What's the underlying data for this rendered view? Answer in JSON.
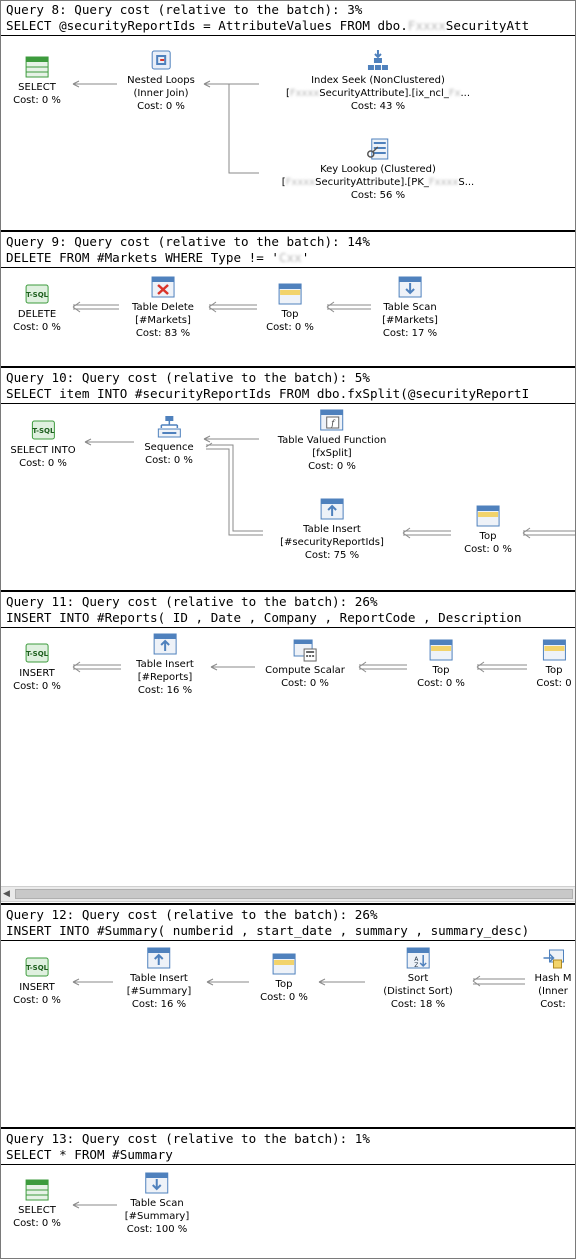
{
  "queries": [
    {
      "id": "q8",
      "header": "Query 8: Query cost (relative to the batch): 3%",
      "sql_pre": "SELECT @securityReportIds = AttributeValues FROM dbo.",
      "sql_blur": "Fxxxx",
      "sql_post": "SecurityAtt",
      "nodes": [
        {
          "name": "SELECT",
          "cost": "Cost: 0 %"
        },
        {
          "name": "Nested Loops",
          "sub": "(Inner Join)",
          "cost": "Cost: 0 %"
        },
        {
          "name": "Index Seek (NonClustered)",
          "sub_pre": "[",
          "sub_blur": "Fxxxx",
          "sub_mid": "SecurityAttribute].[ix_ncl_",
          "sub_blur2": "Fx",
          "sub_post": "...",
          "cost": "Cost: 43 %"
        },
        {
          "name": "Key Lookup (Clustered)",
          "sub_pre": "[",
          "sub_blur": "Fxxxx",
          "sub_mid": "SecurityAttribute].[PK_",
          "sub_blur2": "Fxxxx",
          "sub_post": "S...",
          "cost": "Cost: 56 %"
        }
      ]
    },
    {
      "id": "q9",
      "header": "Query 9: Query cost (relative to the batch): 14%",
      "sql_pre": "DELETE FROM #Markets WHERE Type != '",
      "sql_blur": "Cxx",
      "sql_post": "'",
      "nodes": [
        {
          "name": "DELETE",
          "cost": "Cost: 0 %"
        },
        {
          "name": "Table Delete",
          "sub": "[#Markets]",
          "cost": "Cost: 83 %"
        },
        {
          "name": "Top",
          "cost": "Cost: 0 %"
        },
        {
          "name": "Table Scan",
          "sub": "[#Markets]",
          "cost": "Cost: 17 %"
        }
      ]
    },
    {
      "id": "q10",
      "header": "Query 10: Query cost (relative to the batch): 5%",
      "sql": "SELECT item INTO #securityReportIds FROM dbo.fxSplit(@securityReportI",
      "nodes": [
        {
          "name": "SELECT INTO",
          "cost": "Cost: 0 %"
        },
        {
          "name": "Sequence",
          "cost": "Cost: 0 %"
        },
        {
          "name": "Table Valued Function",
          "sub": "[fxSplit]",
          "cost": "Cost: 0 %"
        },
        {
          "name": "Table Insert",
          "sub": "[#securityReportIds]",
          "cost": "Cost: 75 %"
        },
        {
          "name": "Top",
          "cost": "Cost: 0 %"
        }
      ]
    },
    {
      "id": "q11",
      "header": "Query 11: Query cost (relative to the batch): 26%",
      "sql": "INSERT INTO #Reports( ID , Date , Company , ReportCode , Description",
      "nodes": [
        {
          "name": "INSERT",
          "cost": "Cost: 0 %"
        },
        {
          "name": "Table Insert",
          "sub": "[#Reports]",
          "cost": "Cost: 16 %"
        },
        {
          "name": "Compute Scalar",
          "cost": "Cost: 0 %"
        },
        {
          "name": "Top",
          "cost": "Cost: 0 %"
        },
        {
          "name": "Top",
          "cost": "Cost: 0"
        }
      ]
    },
    {
      "id": "q12",
      "header": "Query 12: Query cost (relative to the batch): 26%",
      "sql": "INSERT INTO #Summary( numberid , start_date , summary , summary_desc)",
      "nodes": [
        {
          "name": "INSERT",
          "cost": "Cost: 0 %"
        },
        {
          "name": "Table Insert",
          "sub": "[#Summary]",
          "cost": "Cost: 16 %"
        },
        {
          "name": "Top",
          "cost": "Cost: 0 %"
        },
        {
          "name": "Sort",
          "sub": "(Distinct Sort)",
          "cost": "Cost: 18 %"
        },
        {
          "name": "Hash M",
          "sub": "(Inner",
          "cost": "Cost:"
        }
      ]
    },
    {
      "id": "q13",
      "header": "Query 13: Query cost (relative to the batch): 1%",
      "sql": "SELECT * FROM #Summary",
      "nodes": [
        {
          "name": "SELECT",
          "cost": "Cost: 0 %"
        },
        {
          "name": "Table Scan",
          "sub": "[#Summary]",
          "cost": "Cost: 100 %"
        }
      ]
    }
  ],
  "icons": {
    "tsql_label": "T-SQL",
    "colors": {
      "tsql_green": "#3d9b3d",
      "grid_blue": "#4f81bd",
      "grid_yellow": "#f2d36b",
      "delete_red": "#d9342b",
      "arrow": "#7f7f7f"
    }
  }
}
